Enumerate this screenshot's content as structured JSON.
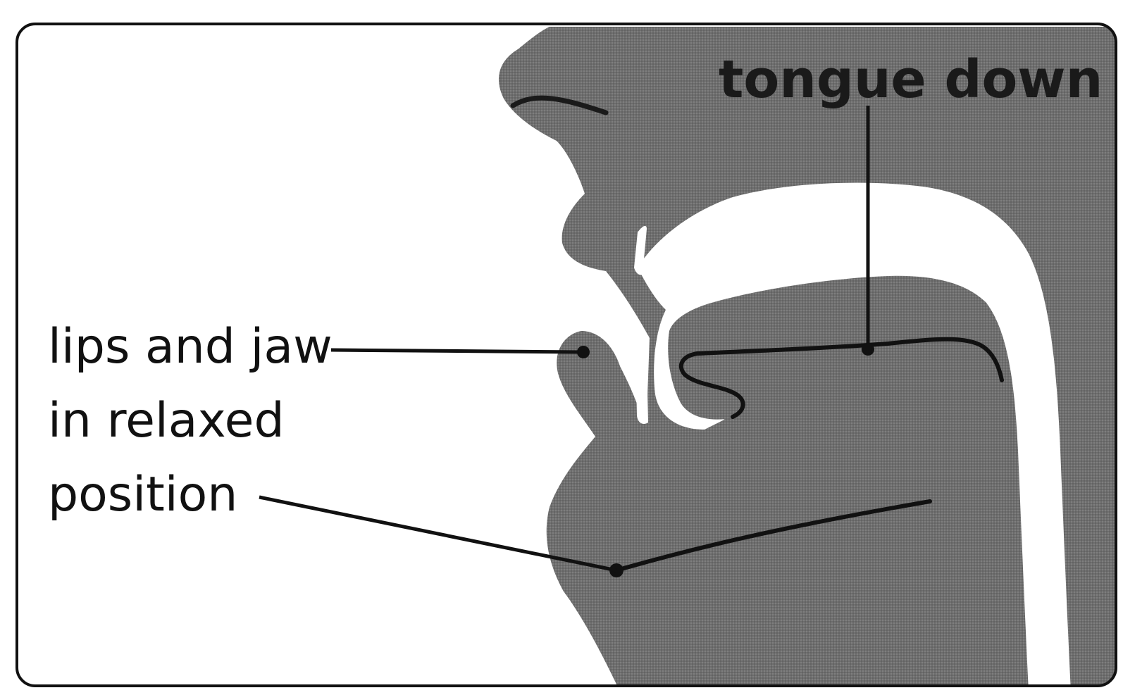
{
  "diagram": {
    "labels": {
      "tongue": "tongue down",
      "lips_line1": "lips and jaw",
      "lips_line2": "in relaxed",
      "lips_line3": "position"
    },
    "colors": {
      "background": "#ffffff",
      "anatomy_fill": "#6e6e6e",
      "oral_cavity": "#ffffff",
      "border": "#111111",
      "leader_lines": "#111111",
      "text": "#111111"
    }
  }
}
